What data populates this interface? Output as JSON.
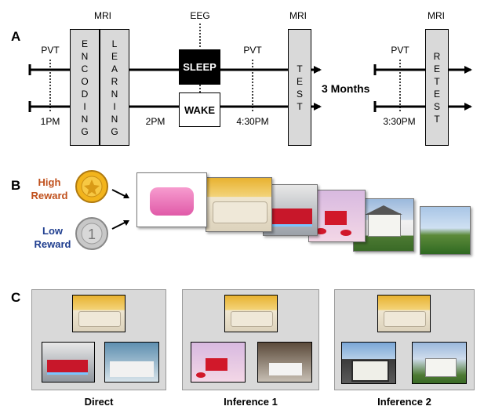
{
  "panelA": {
    "letter": "A",
    "top_labels": {
      "mri_1": "MRI",
      "eeg": "EEG",
      "mri_2": "MRI",
      "mri_3": "MRI"
    },
    "pvt_labels": [
      "PVT",
      "PVT",
      "PVT"
    ],
    "boxes": {
      "encoding": "ENCODING",
      "learning": "LEARNING",
      "test": "TEST",
      "retest": "RETEST"
    },
    "sleep": "SLEEP",
    "wake": "WAKE",
    "times": {
      "t1": "1PM",
      "t2": "2PM",
      "t3": "4:30PM",
      "t4": "3:30PM"
    },
    "gap": "3 Months"
  },
  "panelB": {
    "letter": "B",
    "high_reward": [
      "High",
      "Reward"
    ],
    "low_reward": [
      "Low",
      "Reward"
    ],
    "coin_high_color": "#f2b41c",
    "coin_low_color": "#c0c0c0",
    "high_color": "#c0501c",
    "low_color": "#1f3e8f"
  },
  "panelC": {
    "letter": "C",
    "labels": [
      "Direct",
      "Inference 1",
      "Inference 2"
    ]
  }
}
